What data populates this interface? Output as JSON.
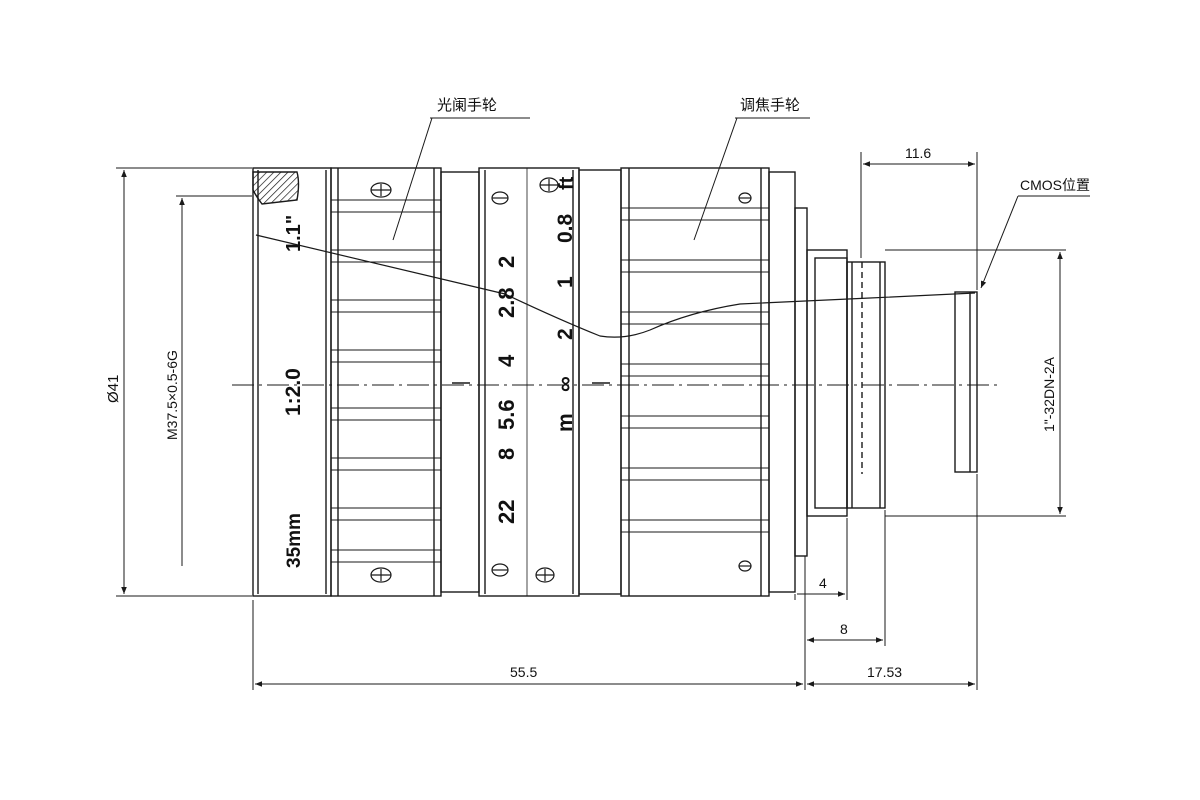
{
  "drawing": {
    "callouts": {
      "aperture_ring": "光阑手轮",
      "focus_ring": "调焦手轮",
      "cmos_position": "CMOS位置"
    },
    "dimensions": {
      "overall_length": "55.5",
      "back_focal": "17.53",
      "flange_depth": "11.6",
      "mount_step": "4",
      "mount_length": "8",
      "outer_diameter": "Ø41",
      "filter_thread": "M37.5×0.5-6G",
      "mount_thread": "1\"-32DN-2A"
    },
    "barrel_markings": {
      "format": "1.1\"",
      "f_ratio": "1:2.0",
      "focal_length": "35mm"
    },
    "aperture_scale": [
      "2",
      "2.8",
      "4",
      "5.6",
      "8",
      "22"
    ],
    "focus_scale": [
      "0.8",
      "1",
      "2",
      "∞"
    ],
    "focus_unit": "m",
    "focus_symbol": "ft",
    "colors": {
      "line": "#1a1a1a",
      "background": "#ffffff"
    }
  }
}
